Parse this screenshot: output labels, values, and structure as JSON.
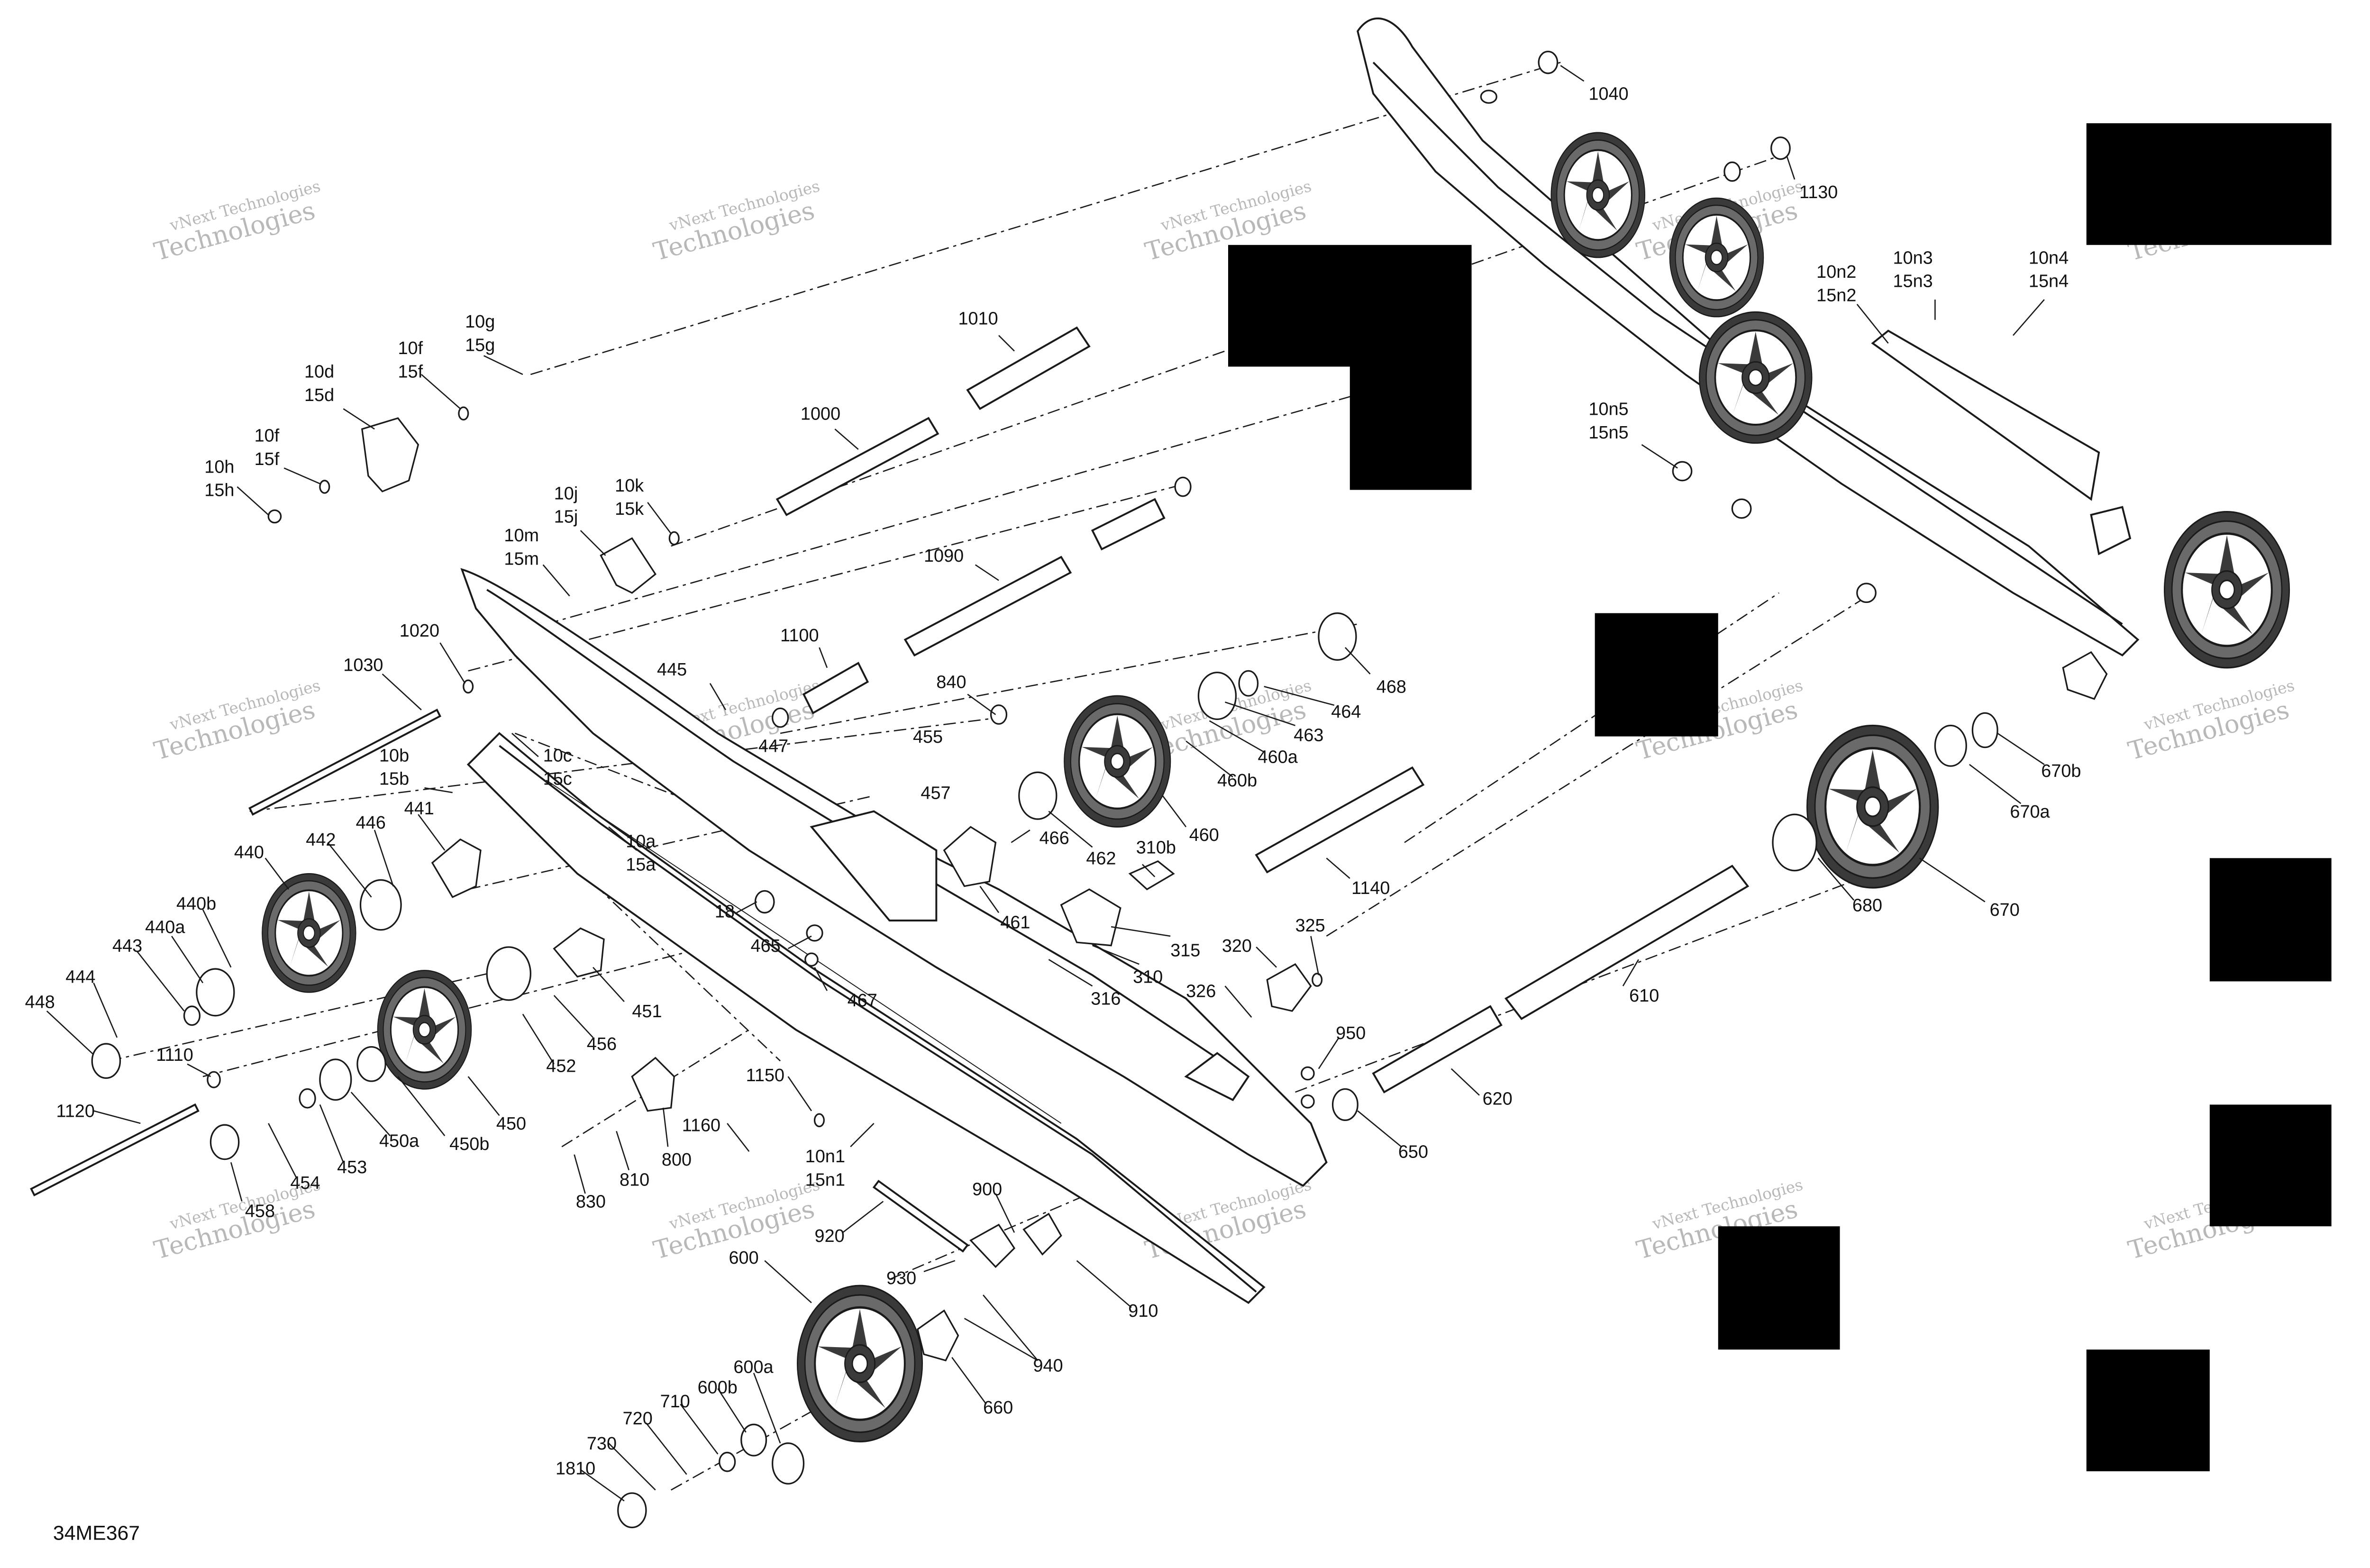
{
  "drawing_code": "34ME367",
  "watermark": {
    "line1": "vNext",
    "line2": "Technologies",
    "full": "vNext Technologies"
  },
  "colors": {
    "line": "#1a1a1a",
    "redaction": "#000000",
    "part_fill": "#ffffff",
    "wheel_fill": "#3a3a3a",
    "watermark": "#b8b8b8"
  },
  "labels": [
    {
      "id": "l1040",
      "text": "1040"
    },
    {
      "id": "l1130",
      "text": "1130"
    },
    {
      "id": "l10n3",
      "text": "10n3"
    },
    {
      "id": "l15n3",
      "text": "15n3"
    },
    {
      "id": "l10n4",
      "text": "10n4"
    },
    {
      "id": "l15n4",
      "text": "15n4"
    },
    {
      "id": "l10n2",
      "text": "10n2"
    },
    {
      "id": "l15n2",
      "text": "15n2"
    },
    {
      "id": "l10n5",
      "text": "10n5"
    },
    {
      "id": "l15n5",
      "text": "15n5"
    },
    {
      "id": "l1010",
      "text": "1010"
    },
    {
      "id": "l1000",
      "text": "1000"
    },
    {
      "id": "l10g",
      "text": "10g"
    },
    {
      "id": "l15g",
      "text": "15g"
    },
    {
      "id": "l10f_a",
      "text": "10f"
    },
    {
      "id": "l15f_a",
      "text": "15f"
    },
    {
      "id": "l10d",
      "text": "10d"
    },
    {
      "id": "l15d",
      "text": "15d"
    },
    {
      "id": "l10f_b",
      "text": "10f"
    },
    {
      "id": "l15f_b",
      "text": "15f"
    },
    {
      "id": "l10h",
      "text": "10h"
    },
    {
      "id": "l15h",
      "text": "15h"
    },
    {
      "id": "l10k",
      "text": "10k"
    },
    {
      "id": "l15k",
      "text": "15k"
    },
    {
      "id": "l10j",
      "text": "10j"
    },
    {
      "id": "l15j",
      "text": "15j"
    },
    {
      "id": "l10m",
      "text": "10m"
    },
    {
      "id": "l15m",
      "text": "15m"
    },
    {
      "id": "l1090",
      "text": "1090"
    },
    {
      "id": "l1100",
      "text": "1100"
    },
    {
      "id": "l1020",
      "text": "1020"
    },
    {
      "id": "l1030",
      "text": "1030"
    },
    {
      "id": "l445",
      "text": "445"
    },
    {
      "id": "l447",
      "text": "447"
    },
    {
      "id": "l840",
      "text": "840"
    },
    {
      "id": "l455",
      "text": "455"
    },
    {
      "id": "l457",
      "text": "457"
    },
    {
      "id": "l468",
      "text": "468"
    },
    {
      "id": "l464",
      "text": "464"
    },
    {
      "id": "l463",
      "text": "463"
    },
    {
      "id": "l460a",
      "text": "460a"
    },
    {
      "id": "l460b",
      "text": "460b"
    },
    {
      "id": "l460",
      "text": "460"
    },
    {
      "id": "l462",
      "text": "462"
    },
    {
      "id": "l466",
      "text": "466"
    },
    {
      "id": "l461",
      "text": "461"
    },
    {
      "id": "l310b",
      "text": "310b"
    },
    {
      "id": "l315",
      "text": "315"
    },
    {
      "id": "l310",
      "text": "310"
    },
    {
      "id": "l316",
      "text": "316"
    },
    {
      "id": "l1140",
      "text": "1140"
    },
    {
      "id": "l10b",
      "text": "10b"
    },
    {
      "id": "l15b",
      "text": "15b"
    },
    {
      "id": "l10c",
      "text": "10c"
    },
    {
      "id": "l15c",
      "text": "15c"
    },
    {
      "id": "l10a",
      "text": "10a"
    },
    {
      "id": "l15a",
      "text": "15a"
    },
    {
      "id": "l18",
      "text": "18"
    },
    {
      "id": "l465",
      "text": "465"
    },
    {
      "id": "l467",
      "text": "467"
    },
    {
      "id": "l441",
      "text": "441"
    },
    {
      "id": "l446",
      "text": "446"
    },
    {
      "id": "l442",
      "text": "442"
    },
    {
      "id": "l440",
      "text": "440"
    },
    {
      "id": "l440b",
      "text": "440b"
    },
    {
      "id": "l440a",
      "text": "440a"
    },
    {
      "id": "l443",
      "text": "443"
    },
    {
      "id": "l444",
      "text": "444"
    },
    {
      "id": "l448",
      "text": "448"
    },
    {
      "id": "l451",
      "text": "451"
    },
    {
      "id": "l456",
      "text": "456"
    },
    {
      "id": "l452",
      "text": "452"
    },
    {
      "id": "l450",
      "text": "450"
    },
    {
      "id": "l450a",
      "text": "450a"
    },
    {
      "id": "l450b",
      "text": "450b"
    },
    {
      "id": "l453",
      "text": "453"
    },
    {
      "id": "l454",
      "text": "454"
    },
    {
      "id": "l458",
      "text": "458"
    },
    {
      "id": "l1110",
      "text": "1110"
    },
    {
      "id": "l1120",
      "text": "1120"
    },
    {
      "id": "l800",
      "text": "800"
    },
    {
      "id": "l810",
      "text": "810"
    },
    {
      "id": "l830",
      "text": "830"
    },
    {
      "id": "l1150",
      "text": "1150"
    },
    {
      "id": "l1160",
      "text": "1160"
    },
    {
      "id": "l10n1",
      "text": "10n1"
    },
    {
      "id": "l15n1",
      "text": "15n1"
    },
    {
      "id": "l320",
      "text": "320"
    },
    {
      "id": "l325",
      "text": "325"
    },
    {
      "id": "l326",
      "text": "326"
    },
    {
      "id": "l950",
      "text": "950"
    },
    {
      "id": "l650",
      "text": "650"
    },
    {
      "id": "l620",
      "text": "620"
    },
    {
      "id": "l610",
      "text": "610"
    },
    {
      "id": "l680",
      "text": "680"
    },
    {
      "id": "l670",
      "text": "670"
    },
    {
      "id": "l670a",
      "text": "670a"
    },
    {
      "id": "l670b",
      "text": "670b"
    },
    {
      "id": "l900",
      "text": "900"
    },
    {
      "id": "l920",
      "text": "920"
    },
    {
      "id": "l930",
      "text": "930"
    },
    {
      "id": "l910",
      "text": "910"
    },
    {
      "id": "l940",
      "text": "940"
    },
    {
      "id": "l660",
      "text": "660"
    },
    {
      "id": "l600",
      "text": "600"
    },
    {
      "id": "l600a",
      "text": "600a"
    },
    {
      "id": "l600b",
      "text": "600b"
    },
    {
      "id": "l710",
      "text": "710"
    },
    {
      "id": "l720",
      "text": "720"
    },
    {
      "id": "l730",
      "text": "730"
    },
    {
      "id": "l1810",
      "text": "1810"
    }
  ]
}
